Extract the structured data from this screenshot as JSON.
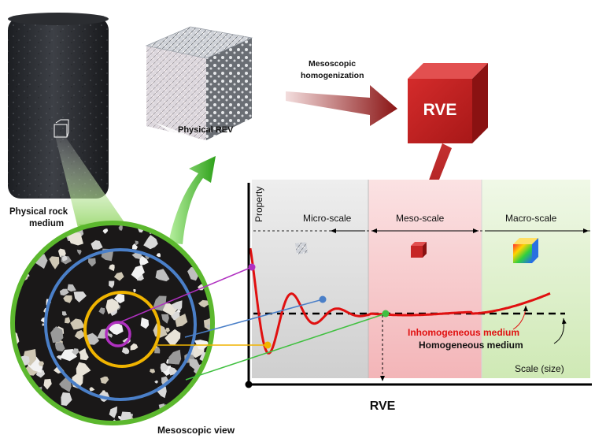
{
  "labels": {
    "rock_medium_line1": "Physical  rock",
    "rock_medium_line2": "medium",
    "physical_rev": "Physical REV",
    "homogenization_line1": "Mesoscopic",
    "homogenization_line2": "homogenization",
    "rve_cube": "RVE",
    "mesoscopic_view": "Mesoscopic view"
  },
  "chart": {
    "y_axis_label": "Property",
    "x_axis_label": "Scale (size)",
    "x_marker_label": "RVE",
    "zones": [
      {
        "key": "micro",
        "label": "Micro-scale",
        "color": "#dadada"
      },
      {
        "key": "meso",
        "label": "Meso-scale",
        "color": "#f8c6c8"
      },
      {
        "key": "macro",
        "label": "Macro-scale",
        "color": "#dcefc9"
      }
    ],
    "legend": {
      "inhomogeneous": "Inhomogeneous medium",
      "homogeneous": "Homogeneous medium"
    },
    "colors": {
      "inhomogeneous_curve": "#e01010",
      "homogeneous_line": "#000000"
    }
  },
  "colors": {
    "zoom_ring": "#5cb82e",
    "ring_outer": "#4a7fc8",
    "ring_middle": "#f0b400",
    "ring_inner": "#b030c0",
    "link_green": "#40c040",
    "arrow_green": "#34a81a",
    "arrow_red": "#a01818",
    "rve_cube": "#c62626"
  }
}
